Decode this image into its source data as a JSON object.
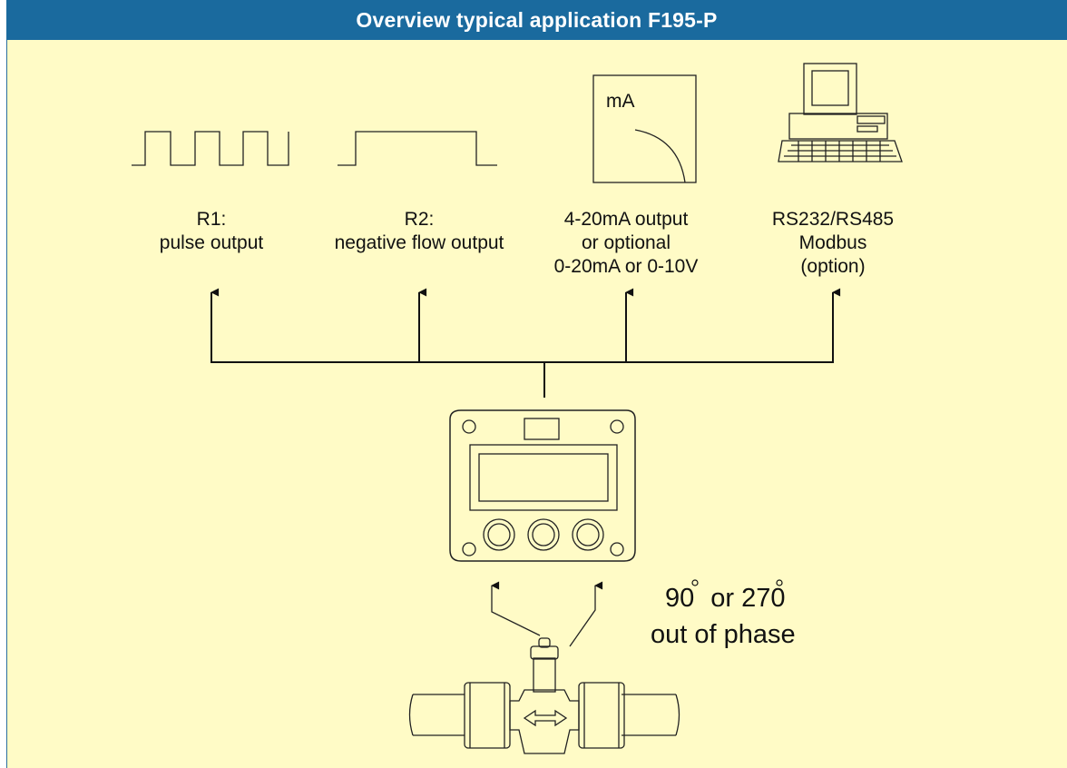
{
  "title": "Overview typical application F195-P",
  "outputs": {
    "r1": {
      "line1": "R1:",
      "line2": "pulse output"
    },
    "r2": {
      "line1": "R2:",
      "line2": "negative flow output"
    },
    "analog": {
      "line1": "4-20mA output",
      "line2": "or optional",
      "line3": "0-20mA or 0-10V",
      "meter_label": "mA"
    },
    "comm": {
      "line1": "RS232/RS485",
      "line2": "Modbus",
      "line3": "(option)"
    }
  },
  "phase": {
    "deg1": "90",
    "or": "or",
    "deg2": "270",
    "line2": "out of phase"
  },
  "colors": {
    "background": "#fffbc6",
    "title_bar": "#1a6a9e",
    "title_text": "#ffffff"
  },
  "icons": [
    "pulse-train-icon",
    "single-pulse-icon",
    "analog-meter-icon",
    "computer-icon",
    "indicator-device-icon",
    "flow-sensor-icon"
  ]
}
